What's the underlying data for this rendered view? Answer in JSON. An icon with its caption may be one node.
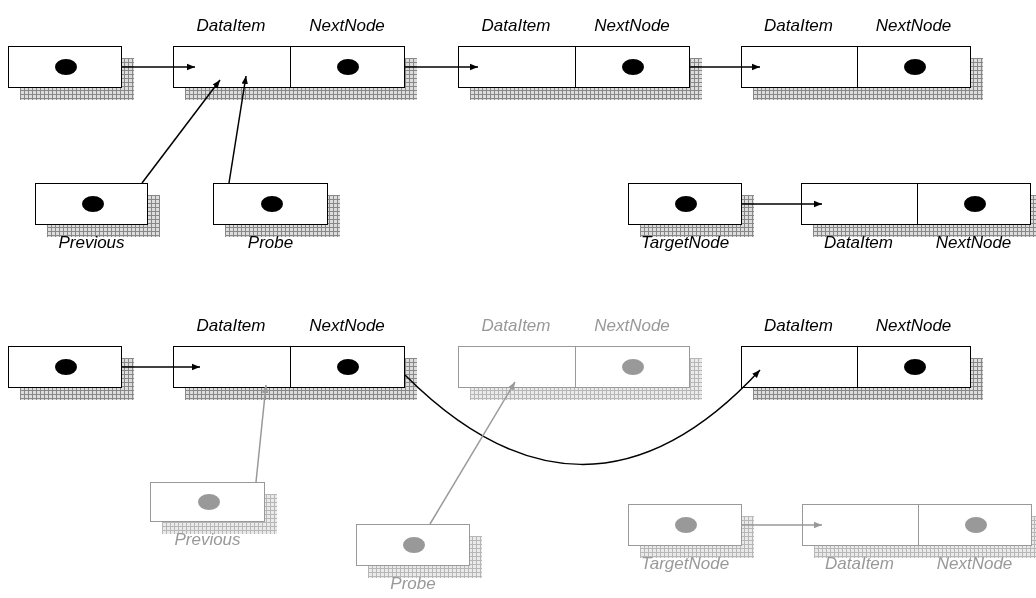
{
  "diagram": {
    "nodes": [
      {
        "text": [],
        "shape": "box"
      },
      {
        "text": [
          "DataItem",
          "NextNode"
        ]
      },
      {
        "text": [
          "DataItem",
          "NextNode"
        ]
      },
      {
        "text": [
          "DataItem",
          "NextNode"
        ]
      },
      {
        "text": [
          "Previous"
        ]
      },
      {
        "text": [
          "Probe"
        ]
      },
      {
        "text": [
          "TargetNode"
        ]
      },
      {
        "text": [
          "DataItem",
          "NextNode"
        ]
      },
      {
        "text": [],
        "shape": "box"
      },
      {
        "text": [
          "DataItem",
          "NextNode"
        ]
      },
      {
        "text": [
          "DataItem",
          "NextNode"
        ]
      },
      {
        "text": [
          "DataItem",
          "NextNode"
        ]
      },
      {
        "text": [
          "Previous"
        ]
      },
      {
        "text": [
          "Probe"
        ]
      },
      {
        "text": [
          "TargetNode"
        ]
      },
      {
        "text": [
          "DataItem",
          "NextNode"
        ]
      }
    ],
    "edges": [
      {
        "from": 0,
        "to": 1,
        "arrow": "to"
      },
      {
        "from": 1,
        "to": 2,
        "arrow": "to"
      },
      {
        "from": 2,
        "to": 3,
        "arrow": "to"
      },
      {
        "from": 4,
        "to": 1,
        "arrow": "to"
      },
      {
        "from": 5,
        "to": 1,
        "arrow": "to"
      },
      {
        "from": 6,
        "to": 7,
        "arrow": "to"
      },
      {
        "from": 8,
        "to": 9,
        "arrow": "to"
      },
      {
        "from": 9,
        "to": 11,
        "arrow": "to"
      },
      {
        "from": 12,
        "to": 9,
        "arrow": "to",
        "color": "#999999"
      },
      {
        "from": 13,
        "to": 10,
        "arrow": "to",
        "color": "#999999"
      },
      {
        "from": 14,
        "to": 15,
        "arrow": "to",
        "color": "#999999"
      }
    ]
  }
}
